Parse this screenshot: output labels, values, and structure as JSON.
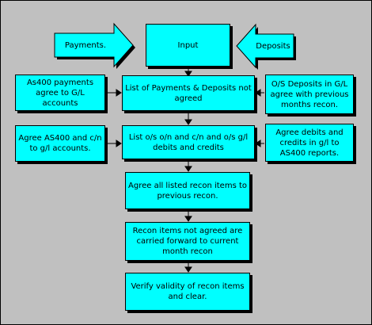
{
  "nodes": {
    "payments": "Payments.",
    "input": "Input",
    "deposits": "Deposits",
    "as400_payments": "As400 payments agree to G/L accounts",
    "list_not_agreed": "List of Payments & Deposits not agreed",
    "os_deposits": "O/S Deposits in G/L agree with previous months recon.",
    "agree_as400_cn": "Agree AS400 and c/n to g/l accounts.",
    "list_os": "List o/s o/n and c/n and o/s g/l debits and credits",
    "agree_debits_credits": "Agree debits and credits in g/l to AS400 reports.",
    "agree_listed": "Agree all listed recon items to previous recon.",
    "carried_forward": "Recon items not agreed are carried forward to current month recon",
    "verify": "Verify validity of recon items and clear."
  },
  "colors": {
    "background": "#c0c0c0",
    "box_fill": "#00ffff",
    "border": "#000000"
  }
}
